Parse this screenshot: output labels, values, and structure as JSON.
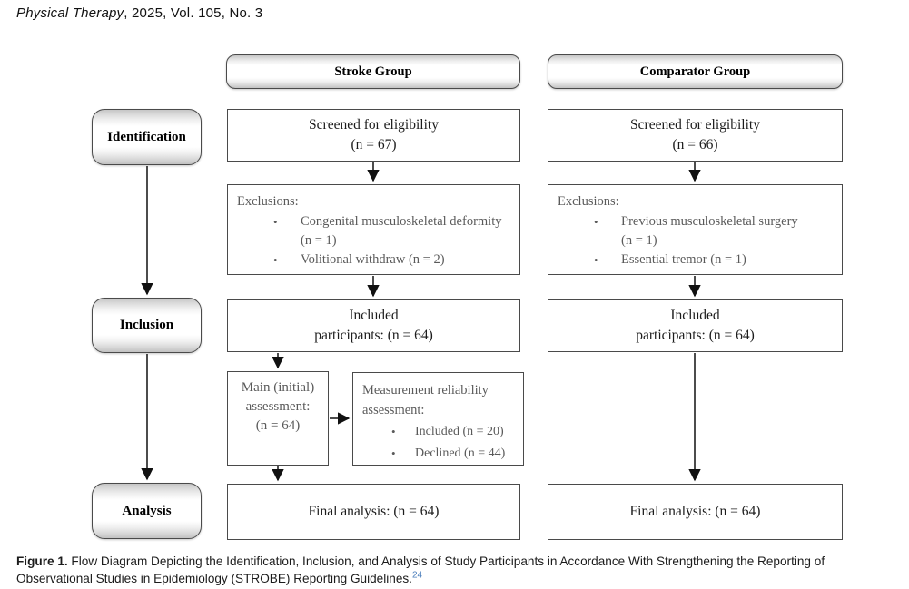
{
  "journal": {
    "name": "Physical Therapy",
    "issue": ", 2025, Vol. 105, No. 3"
  },
  "stages": [
    {
      "label": "Identification"
    },
    {
      "label": "Inclusion"
    },
    {
      "label": "Analysis"
    }
  ],
  "columns": [
    {
      "header": "Stroke Group",
      "screened": {
        "line1": "Screened for eligibility",
        "line2": "(n = 67)"
      },
      "exclusions": {
        "title": "Exclusions:",
        "items": [
          {
            "line1": "Congenital musculoskeletal deformity",
            "line2": "(n = 1)"
          },
          {
            "line1": "Volitional withdraw (n = 2)"
          }
        ]
      },
      "included": {
        "line1": "Included",
        "line2": "participants: (n = 64)"
      },
      "final": "Final analysis: (n = 64)"
    },
    {
      "header": "Comparator Group",
      "screened": {
        "line1": "Screened for eligibility",
        "line2": "(n = 66)"
      },
      "exclusions": {
        "title": "Exclusions:",
        "items": [
          {
            "line1": "Previous musculoskeletal surgery",
            "line2": "(n = 1)"
          },
          {
            "line1": "Essential tremor (n = 1)"
          }
        ]
      },
      "included": {
        "line1": "Included",
        "line2": "participants: (n = 64)"
      },
      "final": "Final analysis: (n = 64)"
    }
  ],
  "assessment": {
    "main": {
      "line1": "Main (initial)",
      "line2": "assessment:",
      "line3": "(n = 64)"
    },
    "reliability": {
      "line1": "Measurement reliability",
      "line2": "assessment:",
      "items": [
        "Included (n = 20)",
        "Declined (n = 44)"
      ]
    }
  },
  "caption": {
    "label": "Figure 1.",
    "body": " Flow Diagram Depicting the Identification, Inclusion, and Analysis of Study Participants in Accordance With Strengthening the Reporting of Observational Studies in Epidemiology (STROBE) Reporting Guidelines.",
    "reference": "24"
  },
  "colors": {
    "muted_text": "#5a5a5a",
    "box_border": "#4a4a4a",
    "reference_link": "#4a7dbb",
    "arrow": "#111111"
  }
}
